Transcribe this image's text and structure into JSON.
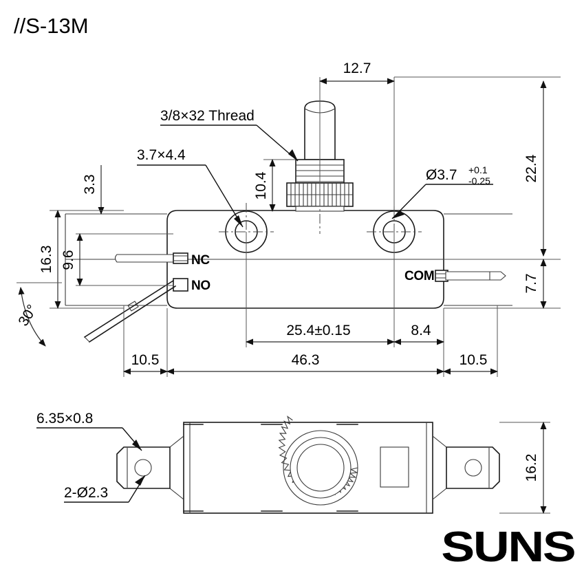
{
  "document": {
    "title": "//S-13M",
    "brand": "SUNS",
    "type": "engineering-drawing",
    "units": "mm"
  },
  "views": {
    "front": {
      "name": "front-elevation-view"
    },
    "bottom": {
      "name": "bottom-plan-view"
    }
  },
  "annotations": {
    "thread": "3/8×32 Thread",
    "mounting_slot": "3.7×4.4",
    "hole_diameter": "Ø3.7",
    "hole_tol_upper": "+0.1",
    "hole_tol_lower": "-0.25",
    "terminal_blade": "6.35×0.8",
    "tab_holes": "2-Ø2.3"
  },
  "dimensions": {
    "plunger_width": "12.7",
    "overall_height": "22.4",
    "body_below_axis": "7.7",
    "top_offset": "3.3",
    "left_edge_to_axis": "16.3",
    "terminal_spacing": "9.6",
    "thread_height": "10.4",
    "hole_to_hole": "25.4±0.15",
    "right_hole_to_edge": "8.4",
    "body_length": "46.3",
    "left_tab_length": "10.5",
    "right_tab_length": "10.5",
    "bottom_view_width": "16.2",
    "lever_angle": "30°"
  },
  "terminals": [
    {
      "id": "nc",
      "label": "NC"
    },
    {
      "id": "no",
      "label": "NO"
    },
    {
      "id": "com",
      "label": "COM"
    }
  ],
  "colors": {
    "line": "#1a1a1a",
    "dimension": "#2b2b2b",
    "background": "#ffffff",
    "text": "#000000"
  }
}
